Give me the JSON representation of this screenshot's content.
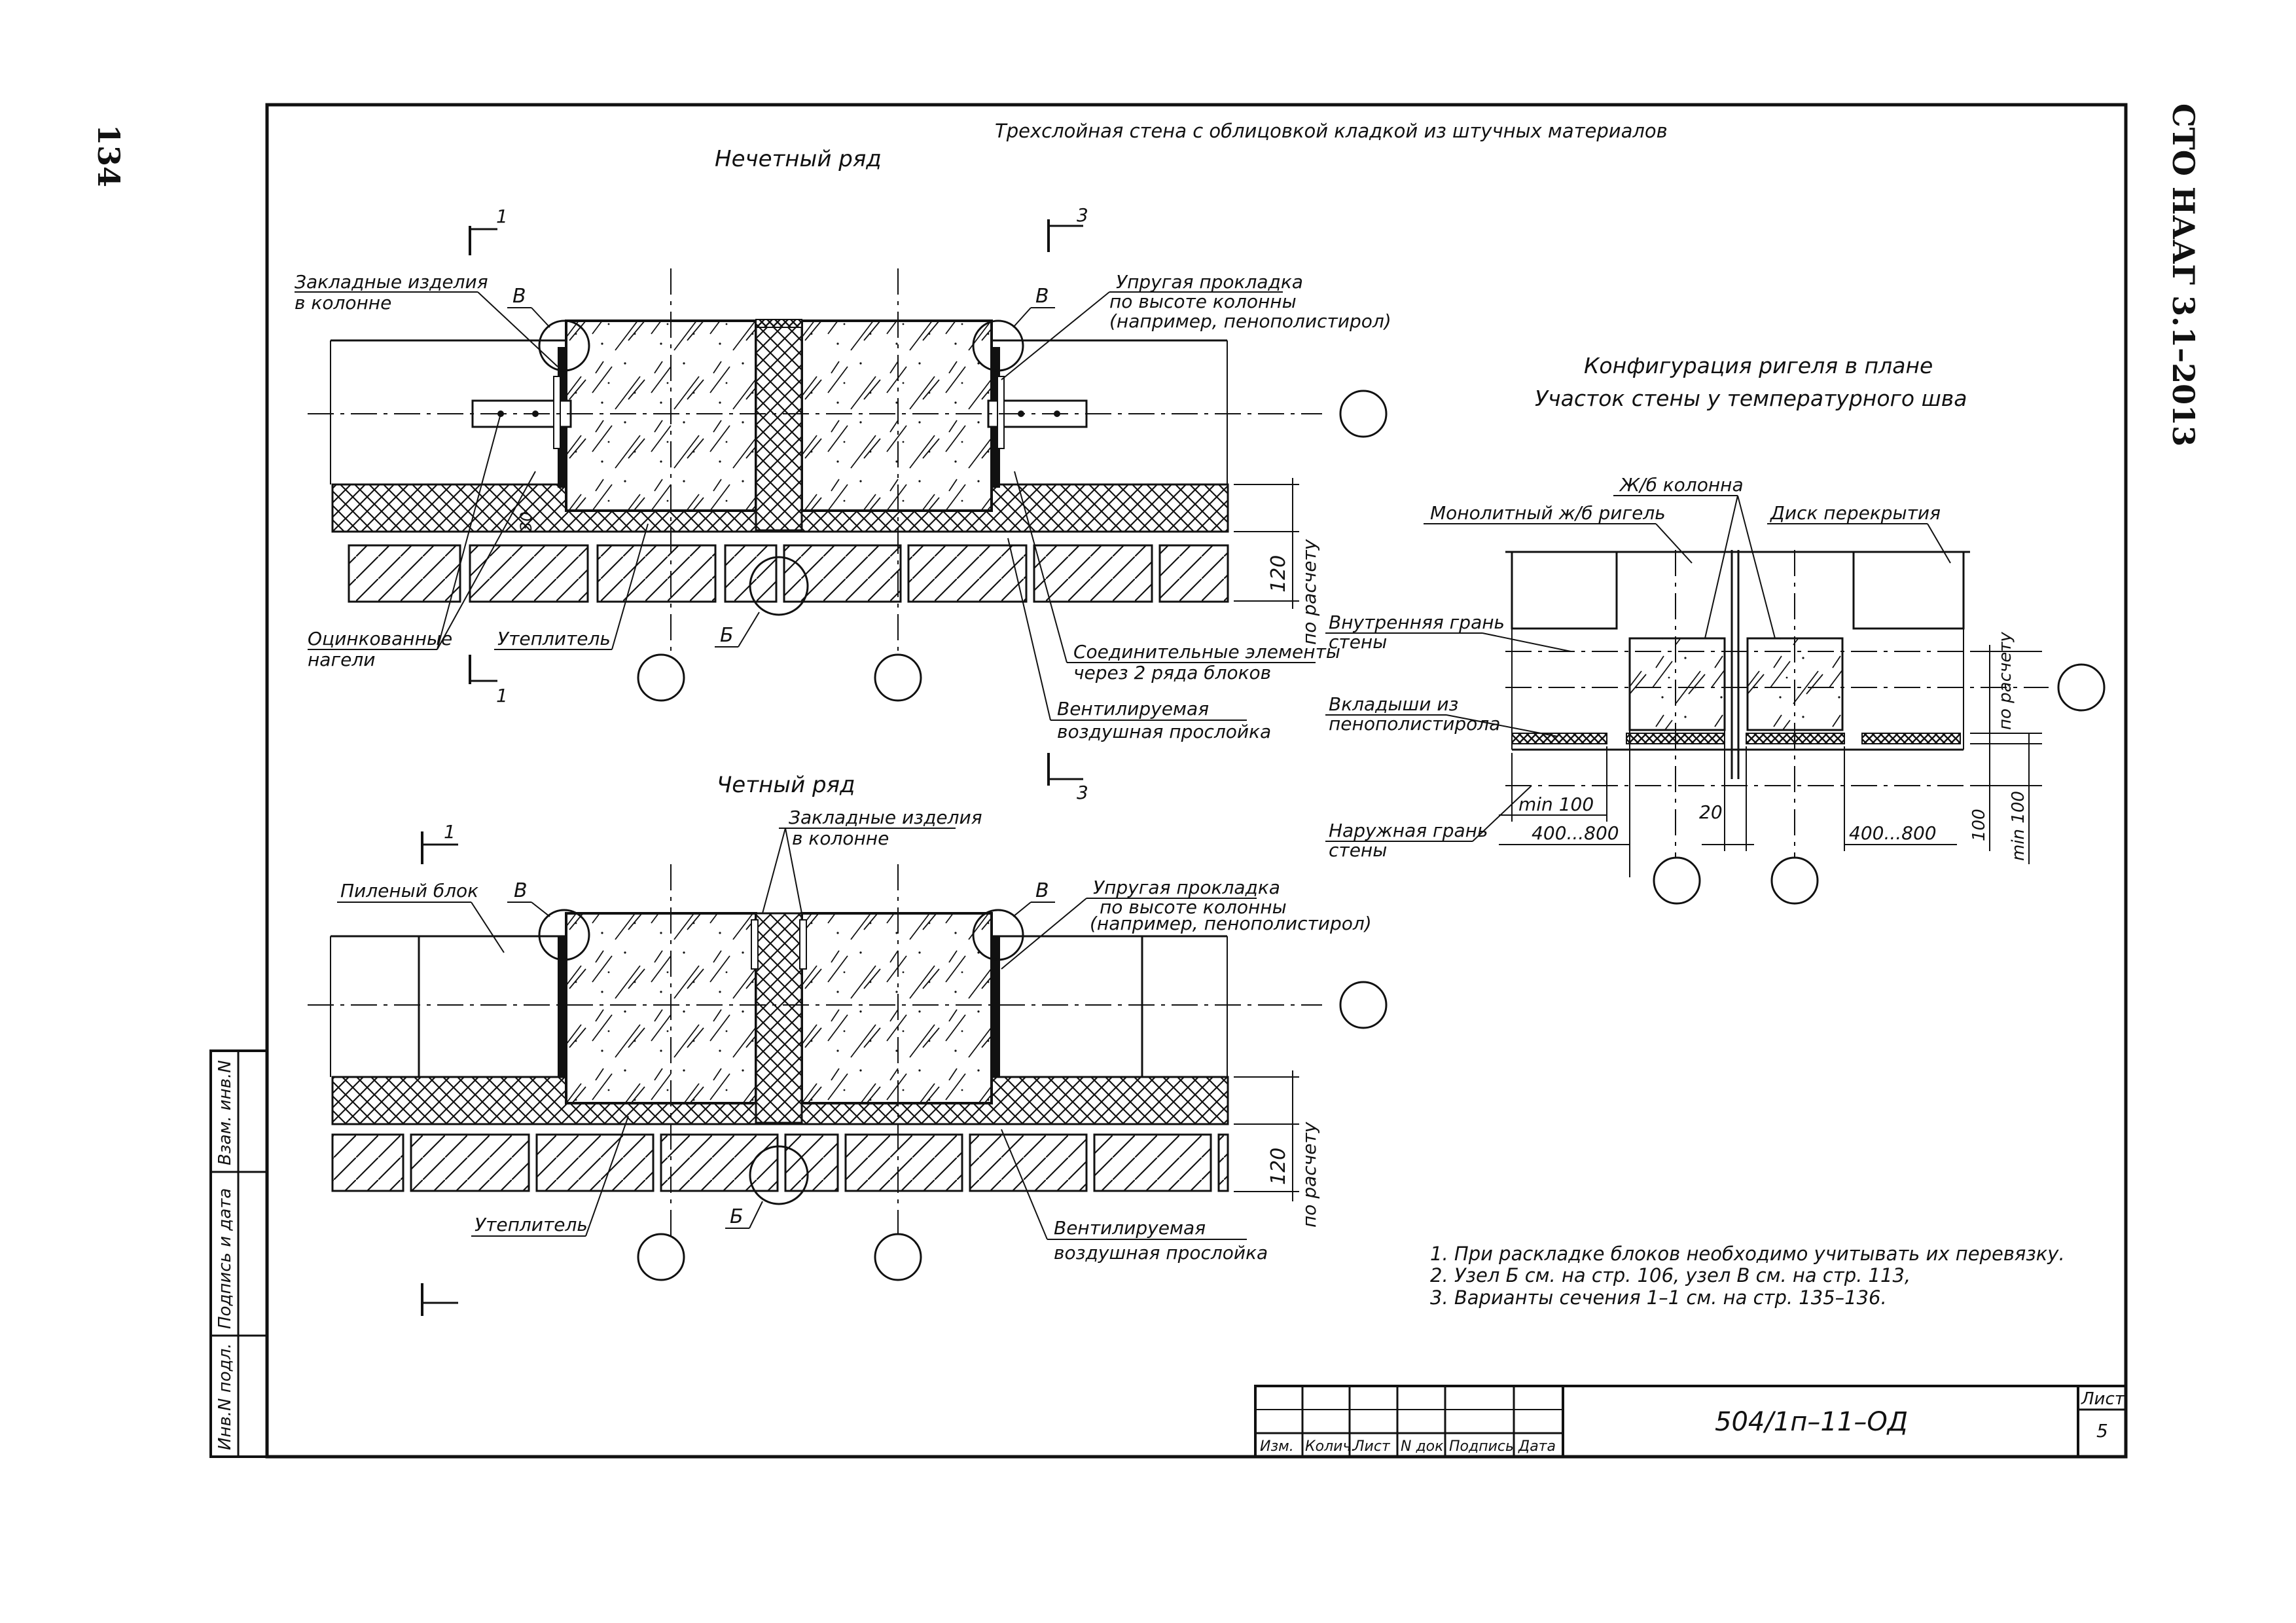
{
  "page": {
    "page_number": "134",
    "standard_code": "СТО НААГ 3.1–2013"
  },
  "sheet": {
    "main_title": "Трехслойная стена с облицовкой кладкой из штучных материалов",
    "odd_row_title": "Нечетный ряд",
    "even_row_title": "Четный ряд"
  },
  "odd_row": {
    "embedded_parts": [
      "Закладные изделия",
      "в колонне"
    ],
    "elastic_pad": [
      "Упругая прокладка",
      "по высоте колонны",
      "(например, пенополистирол)"
    ],
    "node_v": "В",
    "node_b": "Б",
    "galvanized_dowels": [
      "Оцинкованные",
      "нагели"
    ],
    "insulation": "Утеплитель",
    "connecting_elements": [
      "Соединительные элементы",
      "через 2 ряда блоков"
    ],
    "ventilated_gap": [
      "Вентилируемая",
      "воздушная прослойка"
    ],
    "dim_120": "120",
    "dim_calc": "по расчету",
    "dim_30": "30",
    "section_1": "1",
    "section_3": "3"
  },
  "even_row": {
    "embedded_parts": [
      "Закладные изделия",
      "в колонне"
    ],
    "sawn_block": "Пиленый блок",
    "elastic_pad": [
      "Упругая прокладка",
      "по высоте колонны",
      "(например, пенополистирол)"
    ],
    "node_v": "В",
    "node_b": "Б",
    "insulation": "Утеплитель",
    "ventilated_gap": [
      "Вентилируемая",
      "воздушная прослойка"
    ],
    "dim_120": "120",
    "dim_calc": "по расчету",
    "section_1": "1"
  },
  "plan": {
    "title_1": "Конфигурация ригеля в плане",
    "title_2": "Участок стены у температурного шва",
    "rc_column": "Ж/б колонна",
    "monolithic_beam": "Монолитный ж/б ригель",
    "floor_disk": "Диск перекрытия",
    "inner_face": [
      "Внутренняя грань",
      "стены"
    ],
    "inserts": [
      "Вкладыши из",
      "пенополистирола"
    ],
    "outer_face": [
      "Наружная грань",
      "стены"
    ],
    "min100": "min 100",
    "range_left": "400...800",
    "range_right": "400...800",
    "dim_20": "20",
    "dim_100": "100",
    "min100_v": "min 100",
    "dim_calc": "по расчету"
  },
  "notes": [
    "1.  При раскладке блоков необходимо учитывать их перевязку.",
    "2.  Узел Б см. на стр. 106, узел В см. на стр. 113,",
    "3.  Варианты сечения 1–1 см. на стр. 135–136."
  ],
  "stamp": {
    "doc_code": "504/1п–11–ОД",
    "sheet_label": "Лист",
    "sheet_number": "5",
    "columns": [
      "Изм.",
      "Колич.",
      "Лист",
      "N док.",
      "Подпись",
      "Дата"
    ]
  },
  "side_stamp": {
    "inv_orig": "Инв.N подл.",
    "sign_date": "Подпись и дата",
    "replace_inv": "Взам. инв.N"
  }
}
